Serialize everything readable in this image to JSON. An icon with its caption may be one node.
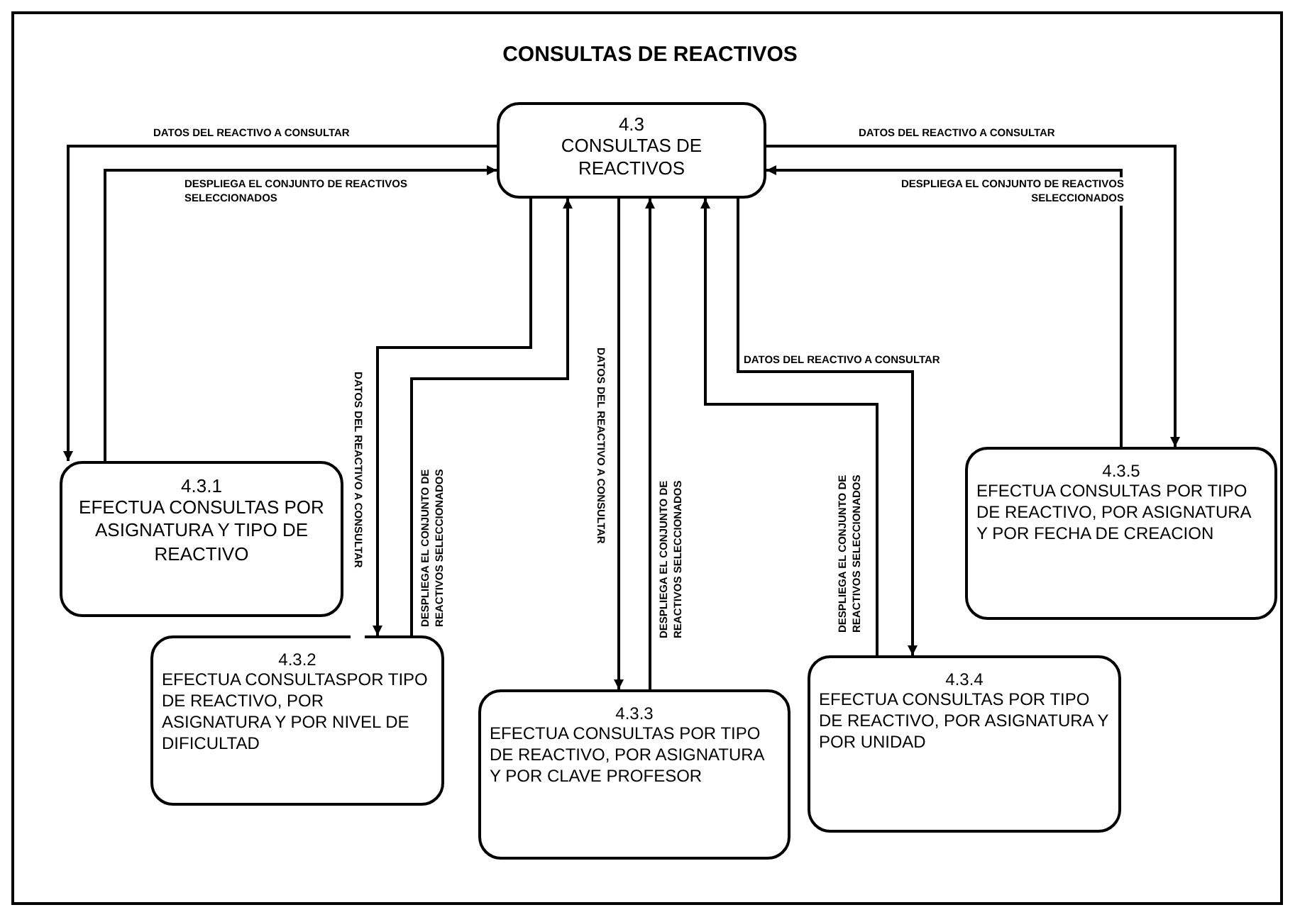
{
  "diagram": {
    "title": "CONSULTAS DE REACTIVOS",
    "nodes": [
      {
        "text": [
          "4.3",
          "CONSULTAS DE REACTIVOS"
        ]
      },
      {
        "text": [
          "4.3.1",
          "EFECTUA CONSULTAS POR ASIGNATURA Y TIPO DE REACTIVO"
        ]
      },
      {
        "text": [
          "4.3.2",
          "EFECTUA CONSULTASPOR TIPO DE REACTIVO, POR ASIGNATURA Y POR NIVEL DE DIFICULTAD"
        ]
      },
      {
        "text": [
          "4.3.3",
          "EFECTUA CONSULTAS POR TIPO DE REACTIVO, POR ASIGNATURA Y POR CLAVE PROFESOR"
        ]
      },
      {
        "text": [
          "4.3.4",
          "EFECTUA CONSULTAS POR TIPO DE REACTIVO, POR ASIGNATURA Y POR UNIDAD"
        ]
      },
      {
        "text": [
          "4.3.5",
          "EFECTUA CONSULTAS POR TIPO DE REACTIVO, POR ASIGNATURA Y POR FECHA DE CREACION"
        ]
      }
    ],
    "edges": [
      {
        "from": 0,
        "to": 1,
        "arrow": "to",
        "label": "DATOS DEL REACTIVO A CONSULTAR"
      },
      {
        "from": 1,
        "to": 0,
        "arrow": "to",
        "label": "DESPLIEGA EL CONJUNTO DE REACTIVOS SELECCIONADOS"
      },
      {
        "from": 0,
        "to": 2,
        "arrow": "to",
        "label": "DATOS DEL REACTIVO A CONSULTAR"
      },
      {
        "from": 2,
        "to": 0,
        "arrow": "to",
        "label": "DESPLIEGA EL CONJUNTO DE REACTIVOS SELECCIONADOS"
      },
      {
        "from": 0,
        "to": 3,
        "arrow": "to",
        "label": "DATOS DEL REACTIVO A CONSULTAR"
      },
      {
        "from": 3,
        "to": 0,
        "arrow": "to",
        "label": "DESPLIEGA EL CONJUNTO DE REACTIVOS SELECCIONADOS"
      },
      {
        "from": 0,
        "to": 4,
        "arrow": "to",
        "label": "DATOS DEL REACTIVO A CONSULTAR"
      },
      {
        "from": 4,
        "to": 0,
        "arrow": "to",
        "label": "DESPLIEGA EL CONJUNTO DE REACTIVOS SELECCIONADOS"
      },
      {
        "from": 0,
        "to": 5,
        "arrow": "to",
        "label": "DATOS DEL REACTIVO A CONSULTAR"
      },
      {
        "from": 5,
        "to": 0,
        "arrow": "to",
        "label": "DESPLIEGA EL CONJUNTO DE REACTIVOS SELECCIONADOS"
      }
    ]
  }
}
